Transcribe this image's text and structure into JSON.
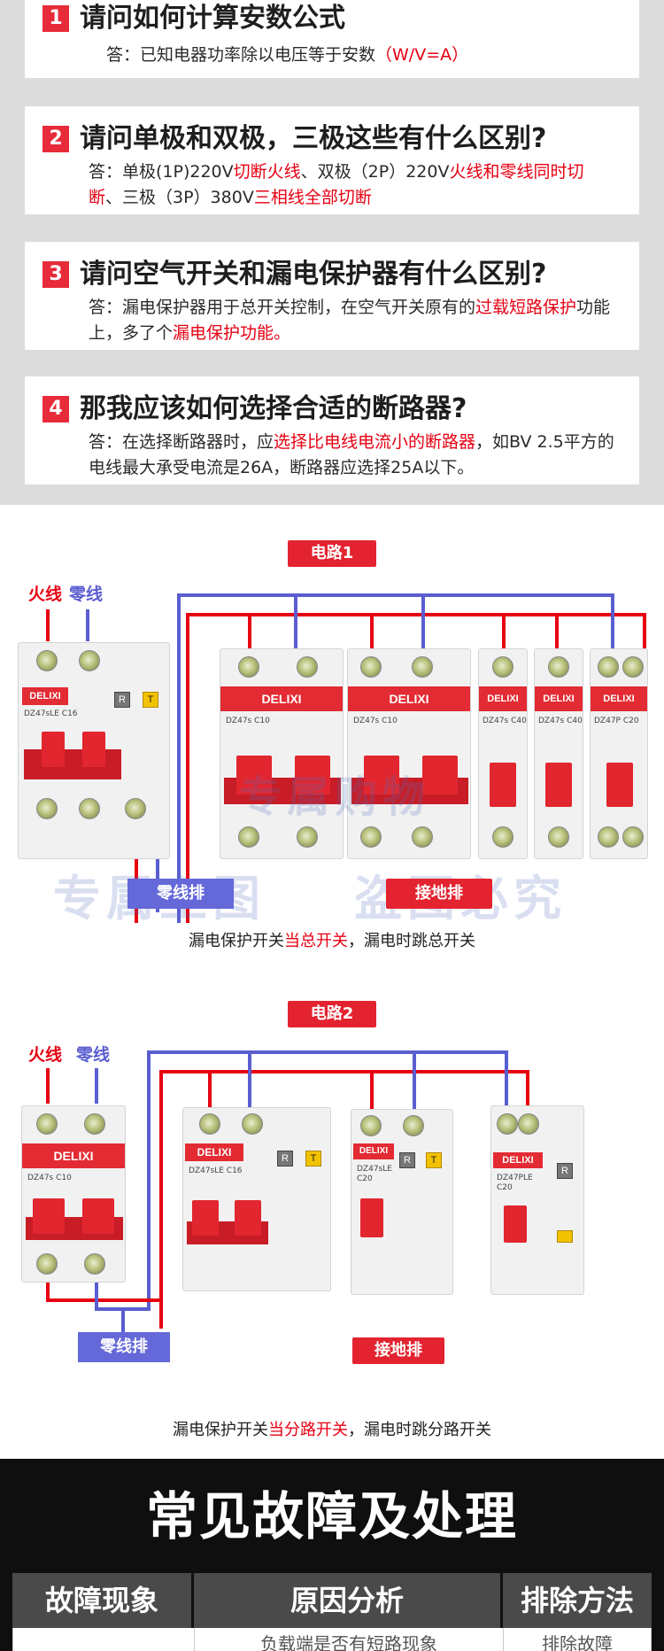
{
  "faq": [
    {
      "num": "1",
      "question": "请问如何计算安数公式",
      "answer_parts": [
        {
          "t": "答：已知电器功率除以电压等于安数",
          "red": false
        },
        {
          "t": "（W/V=A）",
          "red": true
        }
      ]
    },
    {
      "num": "2",
      "question": "请问单极和双极，三极这些有什么区别?",
      "answer_parts": [
        {
          "t": "答：单极(1P)220V",
          "red": false
        },
        {
          "t": "切断火线",
          "red": true
        },
        {
          "t": "、双极（2P）220V",
          "red": false
        },
        {
          "t": "火线和零线同时切断",
          "red": true
        },
        {
          "t": "、三极（3P）380V",
          "red": false
        },
        {
          "t": "三相线全部切断",
          "red": true
        }
      ]
    },
    {
      "num": "3",
      "question": "请问空气开关和漏电保护器有什么区别?",
      "answer_parts": [
        {
          "t": "答：漏电保护器用于总开关控制，在空气开关原有的",
          "red": false
        },
        {
          "t": "过载短路保护",
          "red": true
        },
        {
          "t": "功能上，多了个",
          "red": false
        },
        {
          "t": "漏电保护功能。",
          "red": true
        }
      ]
    },
    {
      "num": "4",
      "question": "那我应该如何选择合适的断路器?",
      "answer_parts": [
        {
          "t": "答：在选择断路器时，应",
          "red": false
        },
        {
          "t": "选择比电线电流小的断路器",
          "red": true
        },
        {
          "t": "，如BV 2.5平方的电线最大承受电流是26A，断路器应选择25A以下。",
          "red": false
        }
      ]
    }
  ],
  "circuit1": {
    "title": "电路1",
    "live_label": "火线",
    "neutral_label": "零线",
    "neutral_bar": "零线排",
    "ground_bar": "接地排",
    "caption_parts": [
      {
        "t": "漏电保护开关",
        "red": false
      },
      {
        "t": "当总开关",
        "red": true
      },
      {
        "t": "，漏电时跳总开关",
        "red": false
      }
    ],
    "watermark_top": "专属购物",
    "watermark_left": "专属主图",
    "watermark_right": "盗图必究",
    "breakers": [
      {
        "brand": "DELIXI",
        "model": "DZ47sLE C16"
      },
      {
        "brand": "DELIXI",
        "model": "DZ47s C10"
      },
      {
        "brand": "DELIXI",
        "model": "DZ47s C10"
      },
      {
        "brand": "DELIXI",
        "model": "DZ47s C40"
      },
      {
        "brand": "DELIXI",
        "model": "DZ47s C40"
      },
      {
        "brand": "DELIXI",
        "model": "DZ47P C20"
      }
    ]
  },
  "circuit2": {
    "title": "电路2",
    "live_label": "火线",
    "neutral_label": "零线",
    "neutral_bar": "零线排",
    "ground_bar": "接地排",
    "caption_parts": [
      {
        "t": "漏电保护开关",
        "red": false
      },
      {
        "t": "当分路开关",
        "red": true
      },
      {
        "t": "，漏电时跳分路开关",
        "red": false
      }
    ],
    "breakers": [
      {
        "brand": "DELIXI",
        "model": "DZ47s C10"
      },
      {
        "brand": "DELIXI",
        "model": "DZ47sLE C16"
      },
      {
        "brand": "DELIXI",
        "model": "DZ47sLE C20"
      },
      {
        "brand": "DELIXI",
        "model": "DZ47PLE C20"
      }
    ]
  },
  "fault": {
    "title": "常见故障及处理",
    "headers": [
      "故障现象",
      "原因分析",
      "排除方法"
    ],
    "first_row": [
      "",
      "负载端是否有短路现象",
      "排除故障"
    ]
  },
  "colors": {
    "accent_red": "#e60012",
    "accent_blue": "#5a5ed0",
    "panel_gray": "#dcdcdc"
  }
}
